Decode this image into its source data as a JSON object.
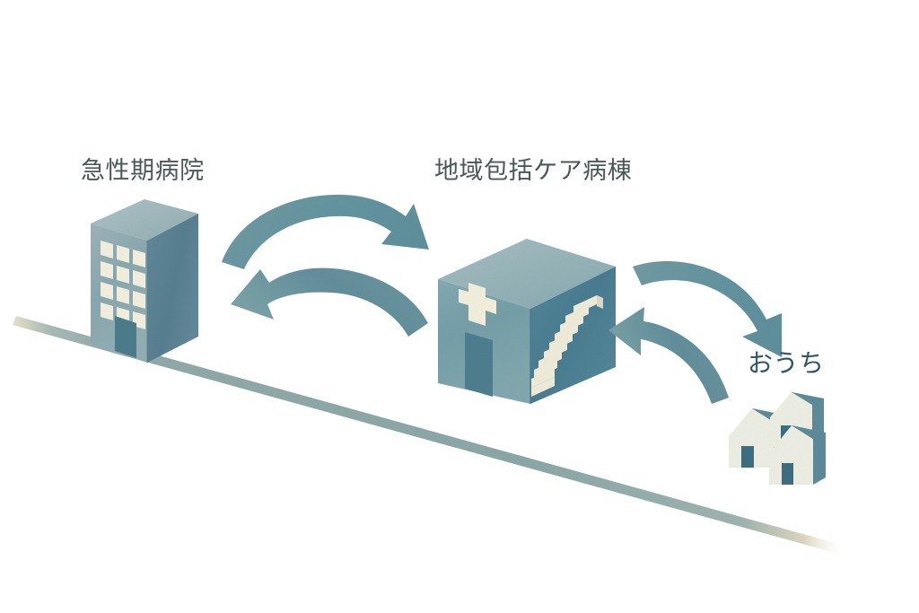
{
  "diagram": {
    "title_text_color": "#4a5957",
    "background": "#ffffff",
    "nodes": [
      {
        "id": "acute-hospital",
        "label": "急性期病院",
        "icon": "hospital-building-icon",
        "label_color": "#4a5957"
      },
      {
        "id": "community-care-ward",
        "label": "地域包括ケア病棟",
        "icon": "care-ward-cube-icon",
        "label_color": "#4a5957"
      },
      {
        "id": "home",
        "label": "おうち",
        "icon": "houses-icon",
        "label_color": "#2e5568"
      }
    ],
    "arrows": [
      {
        "id": "arrow-acute-to-ward",
        "from": "acute-hospital",
        "to": "community-care-ward",
        "direction": "right"
      },
      {
        "id": "arrow-ward-to-acute",
        "from": "community-care-ward",
        "to": "acute-hospital",
        "direction": "left"
      },
      {
        "id": "arrow-ward-to-home",
        "from": "community-care-ward",
        "to": "home",
        "direction": "right-down"
      },
      {
        "id": "arrow-home-to-ward",
        "from": "home",
        "to": "community-care-ward",
        "direction": "left-up"
      }
    ],
    "ground_line": {
      "id": "sloped-ground-line",
      "description": "diagonal ground slope from upper-left to lower-right"
    },
    "colors": {
      "arrow_fill": "#6d9aa3",
      "arrow_fill_dark": "#5c8d98",
      "building_front": "#8fadb4",
      "building_side": "#5d8594",
      "building_top": "#a8c0c4",
      "cube_front": "#7ba3ac",
      "cube_side": "#4f8196",
      "cube_top": "#9fbcc0",
      "cream": "#f3efdd",
      "door_dark": "#4a7d8f",
      "house_wall": "#eceee2",
      "house_roof": "#5c8c9b",
      "ground": "#8fa9a8",
      "ground_fade": "#e3ddc6"
    }
  }
}
